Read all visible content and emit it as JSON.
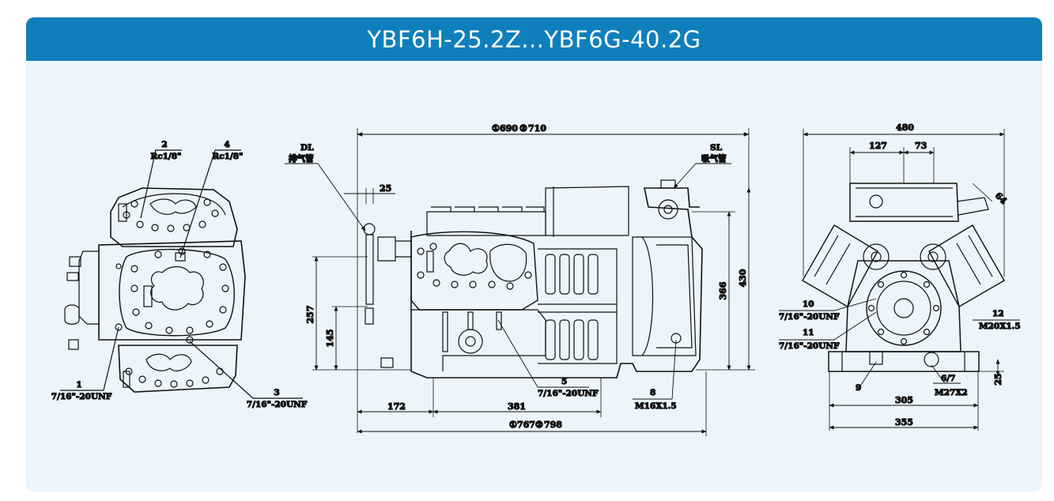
{
  "header": {
    "title": "YBF6H-25.2Z...YBF6G-40.2G"
  },
  "colors": {
    "header_bg": "#0f7fbb",
    "panel_bg": "#ebf5fb",
    "line": "#111111"
  },
  "front_view": {
    "callout_1_num": "1",
    "callout_1_spec": "7/16\"-20UNF",
    "callout_2_num": "2",
    "callout_2_spec": "Rc1/8\"",
    "callout_3_num": "3",
    "callout_3_spec": "7/16\"-20UNF",
    "callout_4_num": "4",
    "callout_4_spec": "Rc1/8\""
  },
  "side_view": {
    "dl_code": "DL",
    "dl_name": "排气管",
    "sl_code": "SL",
    "sl_name": "吸气管",
    "top_sym_1": "①",
    "top_val_1": "690",
    "top_sym_2": "②",
    "top_val_2": "710",
    "dim_25": "25",
    "dim_257": "257",
    "dim_145": "145",
    "dim_366": "366",
    "dim_430": "430",
    "dim_172": "172",
    "dim_381": "381",
    "bottom_sym_1": "①",
    "bottom_val_1": "767",
    "bottom_sym_2": "②",
    "bottom_val_2": "798",
    "callout_5_num": "5",
    "callout_5_spec": "7/16\"-20UNF",
    "callout_8_num": "8",
    "callout_8_spec": "M16X1.5"
  },
  "end_view": {
    "dim_480": "480",
    "dim_127": "127",
    "dim_73": "73",
    "dim_64": "64",
    "callout_10_num": "10",
    "callout_10_spec": "7/16\"-20UNF",
    "callout_11_num": "11",
    "callout_11_spec": "7/16\"-20UNF",
    "callout_12_num": "12",
    "callout_12_spec": "M20X1.5",
    "callout_9_num": "9",
    "callout_67_num": "6/7",
    "callout_67_spec": "M27X2",
    "dim_25": "25",
    "dim_305": "305",
    "dim_355": "355"
  }
}
